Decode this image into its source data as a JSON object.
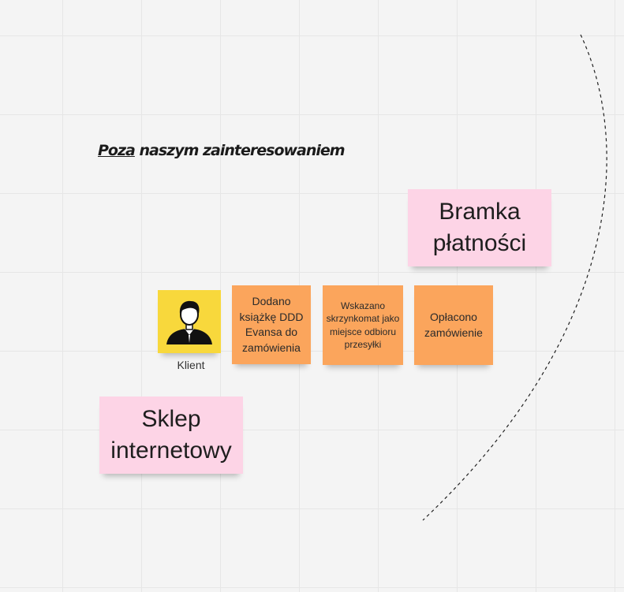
{
  "heading": {
    "underlined": "Poza",
    "rest": " naszym zainteresowaniem"
  },
  "notes": {
    "bramka": "Bramka płatności",
    "sklep": "Sklep internetowy",
    "dodano": "Dodano książkę DDD Evansa do zamówienia",
    "wskazano": "Wskazano skrzynkomat jako miejsce odbioru przesyłki",
    "oplacono": "Opłacono zamówienie"
  },
  "actor": {
    "label": "Klient",
    "icon": "person-icon"
  },
  "colors": {
    "pink_note": "#fdd4e6",
    "orange_note": "#fba55c",
    "yellow_note": "#f8d83c"
  }
}
